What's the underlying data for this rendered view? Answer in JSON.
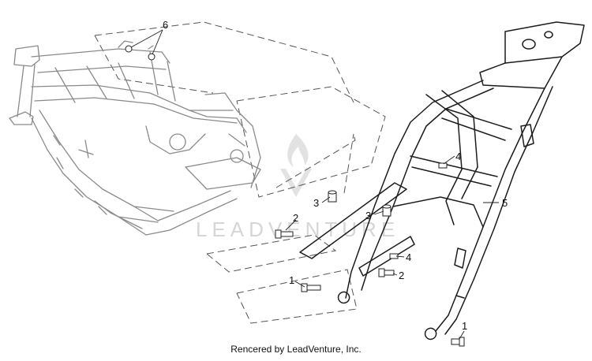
{
  "callouts": {
    "c6": "6",
    "c5": "5",
    "c4a": "4",
    "c4b": "4",
    "c3a": "3",
    "c3b": "3",
    "c2a": "2",
    "c2b": "2",
    "c1a": "1",
    "c1b": "1"
  },
  "watermark": {
    "text": "LEADVENTURE"
  },
  "footer": {
    "credit": "Rencered by LeadVenture, Inc."
  }
}
